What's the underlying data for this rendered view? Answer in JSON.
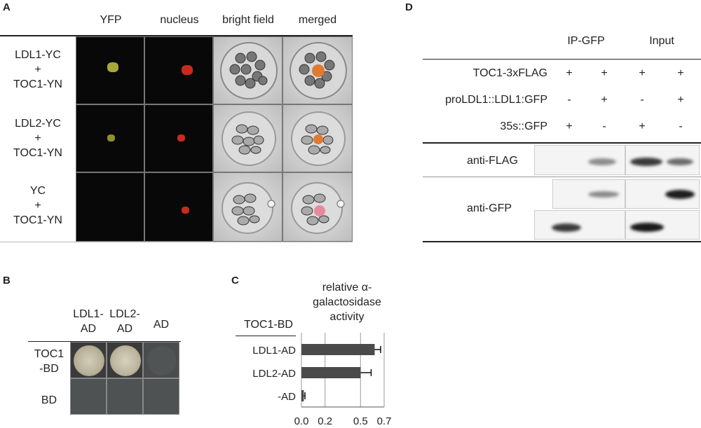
{
  "panelA": {
    "label": "A",
    "columns": [
      "YFP",
      "nucleus",
      "bright field",
      "merged"
    ],
    "rows": [
      [
        "LDL1-YC",
        "+",
        "TOC1-YN"
      ],
      [
        "LDL2-YC",
        "+",
        "TOC1-YN"
      ],
      [
        "YC",
        "+",
        "TOC1-YN"
      ]
    ]
  },
  "panelB": {
    "label": "B",
    "columns": [
      [
        "LDL1-",
        "AD"
      ],
      [
        "LDL2-",
        "AD"
      ],
      [
        "AD"
      ]
    ],
    "rows": [
      [
        "TOC1",
        "-BD"
      ],
      [
        "BD"
      ]
    ]
  },
  "panelC": {
    "label": "C",
    "header": "TOC1-BD",
    "chart_data": {
      "type": "bar",
      "orientation": "horizontal",
      "title": "relative α-galactosidase activity",
      "title_lines": [
        "relative α-",
        "galactosidase",
        "activity"
      ],
      "categories": [
        "LDL1-AD",
        "LDL2-AD",
        "-AD"
      ],
      "values": [
        0.62,
        0.5,
        0.02
      ],
      "errors": [
        0.05,
        0.09,
        0.01
      ],
      "xlim": [
        0,
        0.7
      ],
      "xticks": [
        "0.0",
        "0.2",
        "0.5",
        "0.7"
      ],
      "grid": true,
      "bar_color": "#4a4a4a"
    }
  },
  "panelD": {
    "label": "D",
    "group_headers": [
      "IP-GFP",
      "Input"
    ],
    "rows": [
      {
        "name": "TOC1-3xFLAG",
        "values": [
          "+",
          "+",
          "+",
          "+"
        ]
      },
      {
        "name": "proLDL1::LDL1:GFP",
        "values": [
          "-",
          "+",
          "-",
          "+"
        ]
      },
      {
        "name": "35s::GFP",
        "values": [
          "+",
          "-",
          "+",
          "-"
        ]
      }
    ],
    "blots": [
      "anti-FLAG",
      "anti-GFP"
    ]
  }
}
